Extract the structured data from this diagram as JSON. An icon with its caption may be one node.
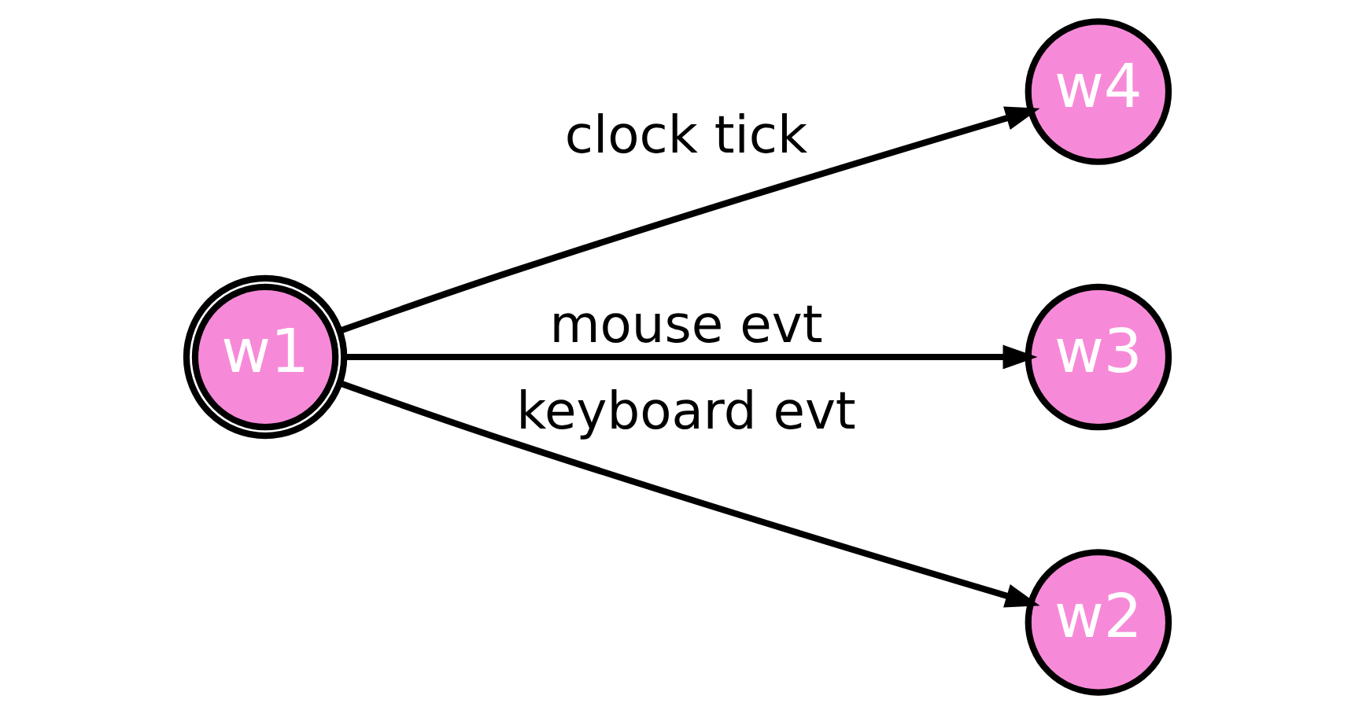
{
  "diagram": {
    "nodes": [
      {
        "text": [
          "w1"
        ]
      },
      {
        "text": [
          "w4"
        ]
      },
      {
        "text": [
          "w3"
        ]
      },
      {
        "text": [
          "w2"
        ]
      }
    ],
    "edges": [
      {
        "from": 0,
        "to": 1,
        "arrow": "to",
        "label": "clock tick"
      },
      {
        "from": 0,
        "to": 2,
        "arrow": "to",
        "label": "mouse evt"
      },
      {
        "from": 0,
        "to": 3,
        "arrow": "to",
        "label": "keyboard evt"
      }
    ]
  }
}
